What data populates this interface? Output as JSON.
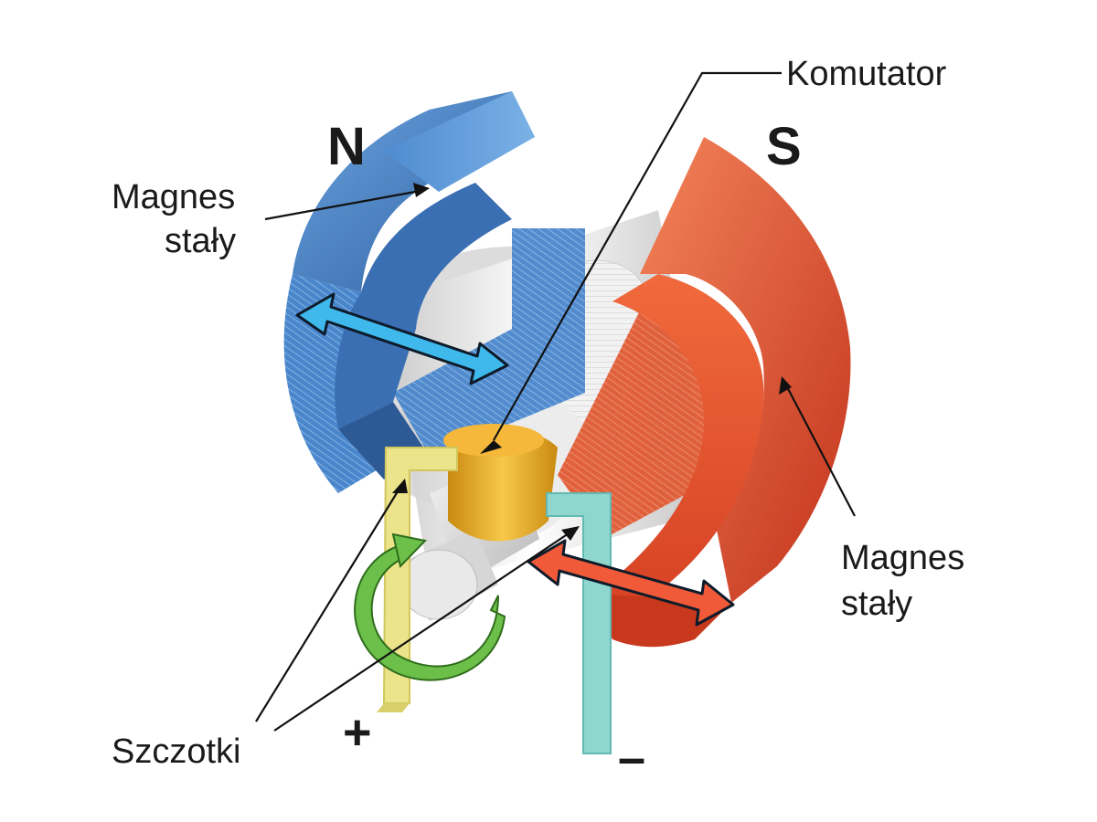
{
  "poles": {
    "north": "N",
    "south": "S"
  },
  "labels": {
    "komutator": "Komutator",
    "magnes_left_line1": "Magnes",
    "magnes_left_line2": "stały",
    "magnes_right_line1": "Magnes",
    "magnes_right_line2": "stały",
    "szczotki": "Szczotki",
    "plus": "+",
    "minus": "–"
  },
  "colors": {
    "north_magnet": "#3f78bf",
    "south_magnet": "#e04a2a",
    "commutator": "#e8a820",
    "brush_positive": "#ece48a",
    "brush_negative": "#8fd6cf",
    "rotor": "#e6e6e6",
    "blue_arrow": "#3fb8ec",
    "orange_arrow": "#f05a38",
    "rotation_arrow": "#6cc04a"
  },
  "icons": [
    "double-arrow-blue",
    "double-arrow-orange",
    "rotation-arrow"
  ]
}
